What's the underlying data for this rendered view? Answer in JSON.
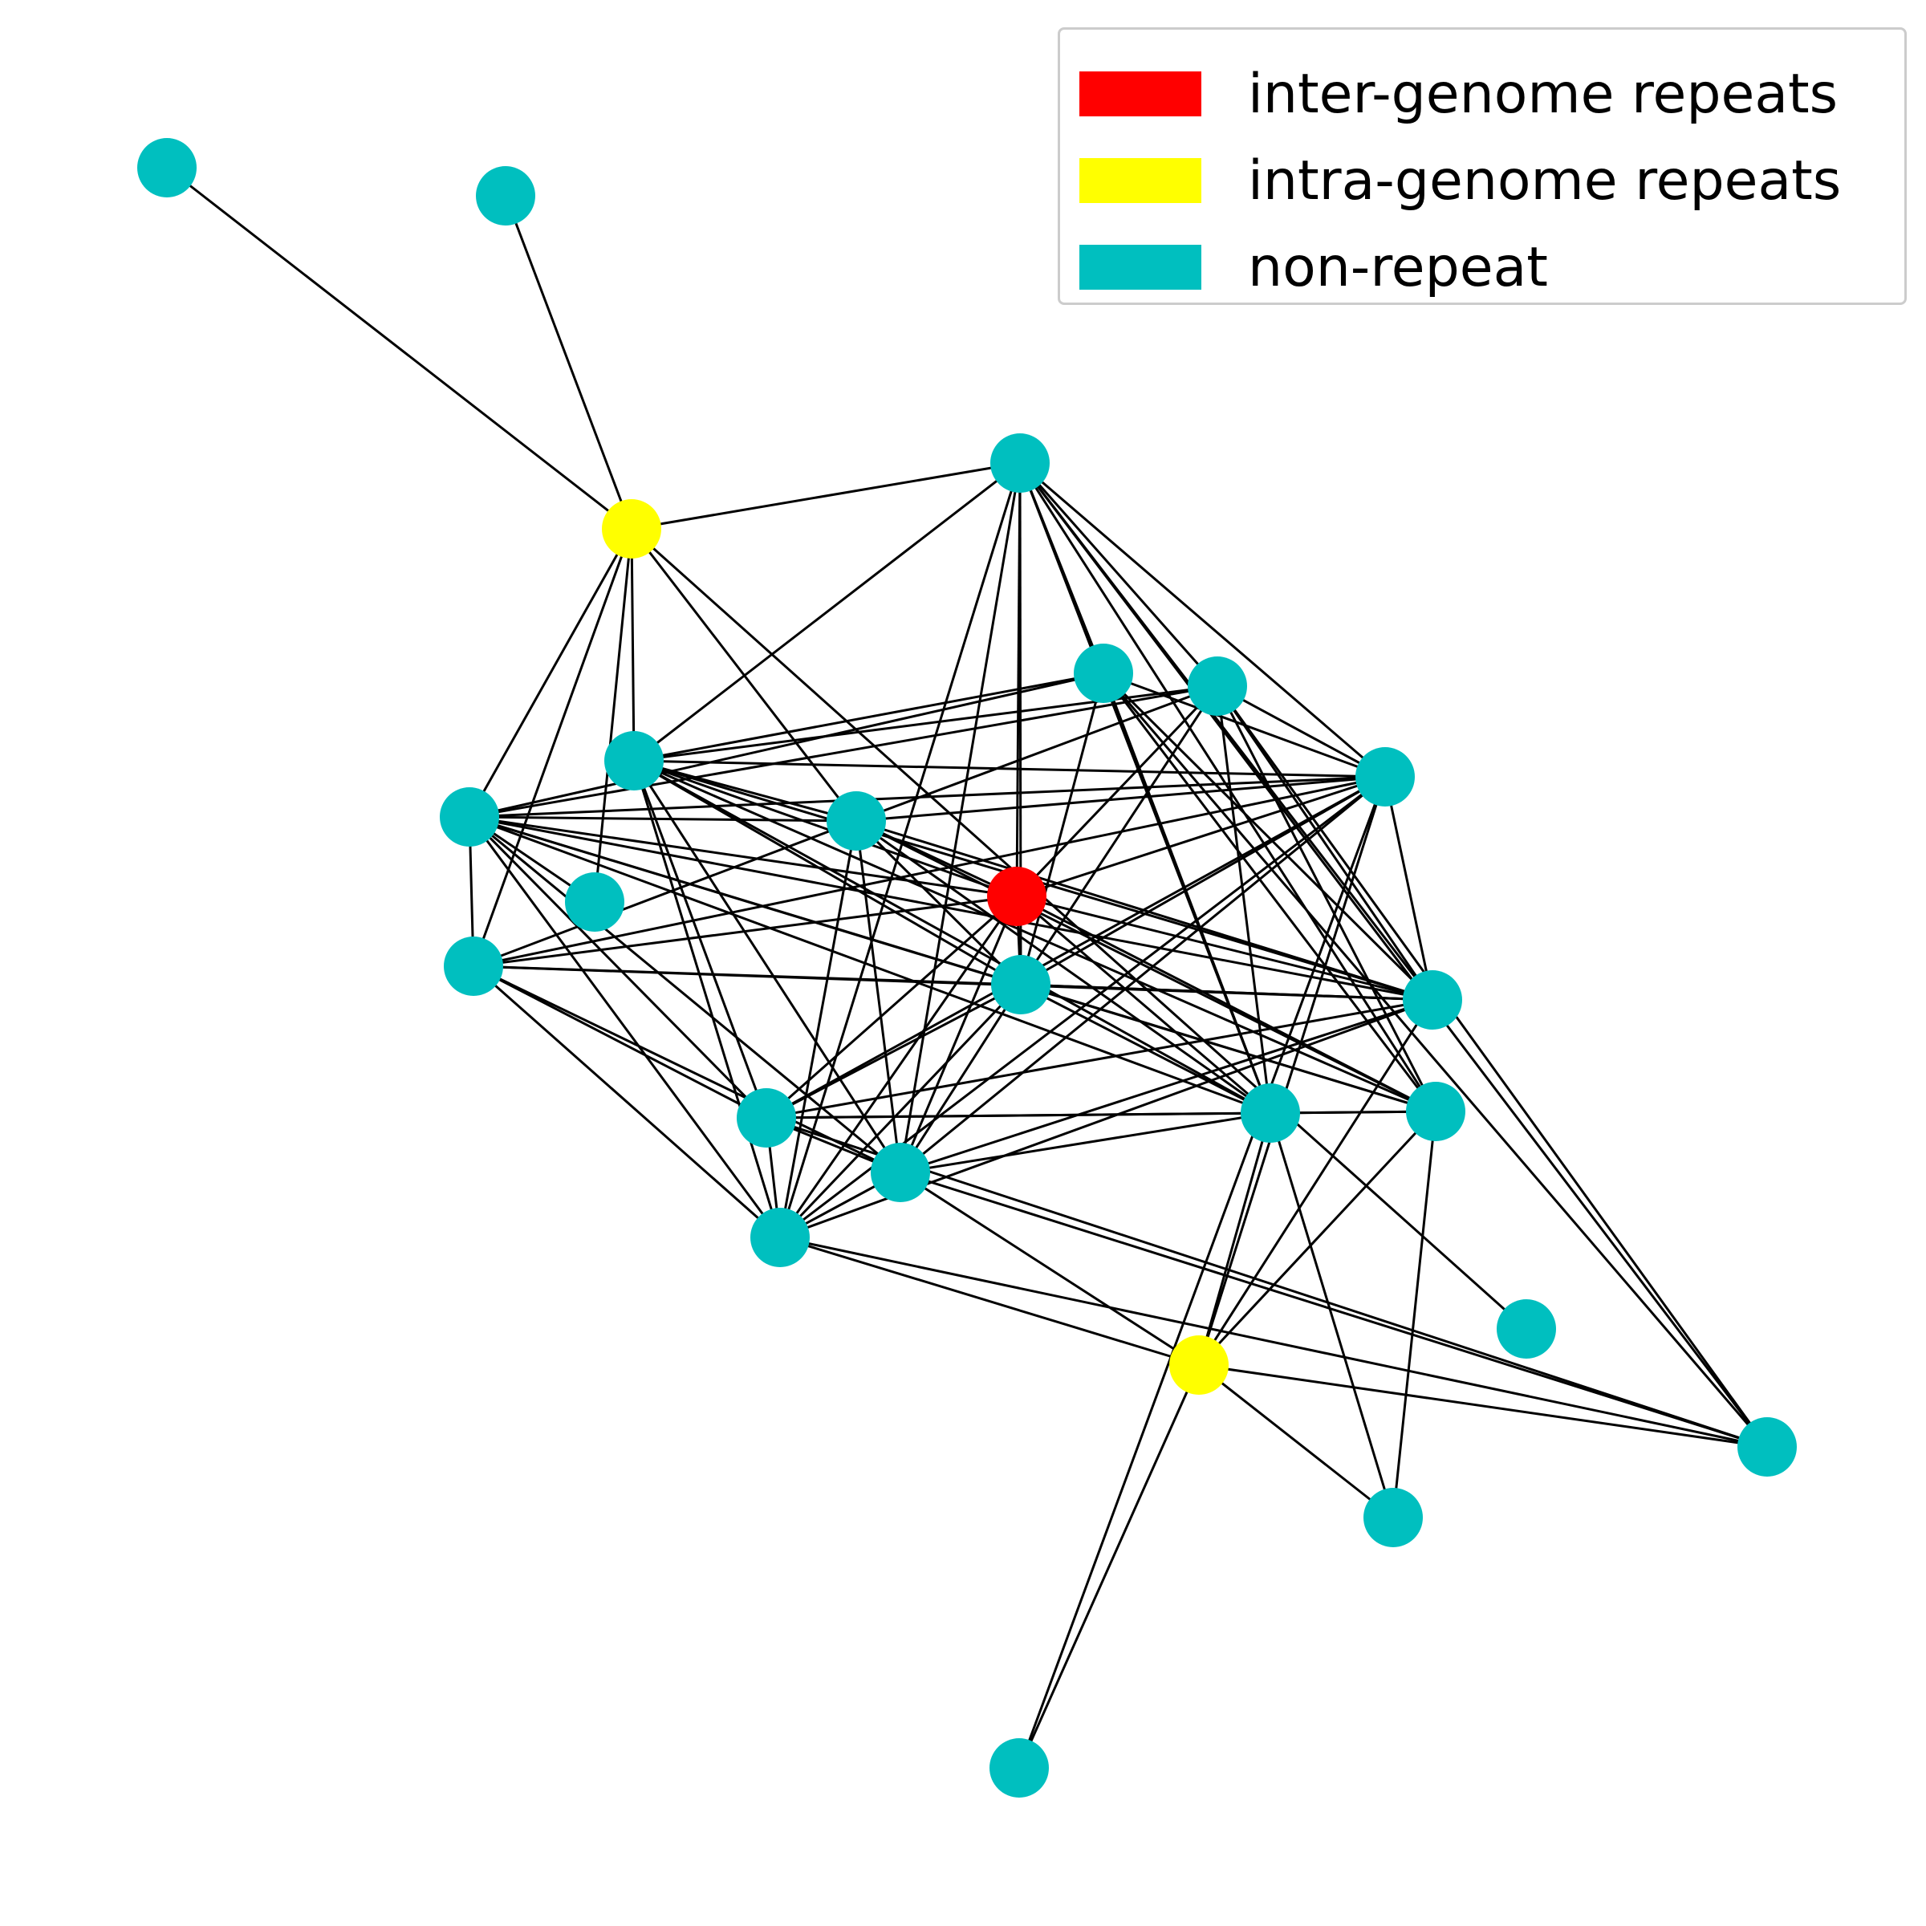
{
  "colors": {
    "inter": "#ff0000",
    "intra": "#ffff00",
    "nonrepeat": "#00bfbf",
    "edge": "#000000"
  },
  "legend": {
    "items": [
      {
        "label": "inter-genome repeats",
        "color": "#ff0000"
      },
      {
        "label": "intra-genome repeats",
        "color": "#ffff00"
      },
      {
        "label": "non-repeat",
        "color": "#00bfbf"
      }
    ]
  },
  "graph": {
    "nodes": [
      {
        "id": 0,
        "category": "intra"
      },
      {
        "id": 1,
        "category": "nonrepeat"
      },
      {
        "id": 2,
        "category": "nonrepeat"
      },
      {
        "id": 3,
        "category": "nonrepeat"
      },
      {
        "id": 4,
        "category": "nonrepeat"
      },
      {
        "id": 5,
        "category": "nonrepeat"
      },
      {
        "id": 6,
        "category": "nonrepeat"
      },
      {
        "id": 7,
        "category": "nonrepeat"
      },
      {
        "id": 8,
        "category": "nonrepeat"
      },
      {
        "id": 9,
        "category": "nonrepeat"
      },
      {
        "id": 10,
        "category": "nonrepeat"
      },
      {
        "id": 11,
        "category": "inter"
      },
      {
        "id": 12,
        "category": "nonrepeat"
      },
      {
        "id": 13,
        "category": "nonrepeat"
      },
      {
        "id": 14,
        "category": "nonrepeat"
      },
      {
        "id": 15,
        "category": "nonrepeat"
      },
      {
        "id": 16,
        "category": "nonrepeat"
      },
      {
        "id": 17,
        "category": "nonrepeat"
      },
      {
        "id": 18,
        "category": "nonrepeat"
      },
      {
        "id": 19,
        "category": "nonrepeat"
      },
      {
        "id": 20,
        "category": "nonrepeat"
      },
      {
        "id": 21,
        "category": "intra"
      },
      {
        "id": 22,
        "category": "nonrepeat"
      },
      {
        "id": 23,
        "category": "nonrepeat"
      },
      {
        "id": 24,
        "category": "nonrepeat"
      }
    ],
    "edges": [
      [
        0,
        1
      ],
      [
        0,
        2
      ],
      [
        0,
        3
      ],
      [
        0,
        4
      ],
      [
        0,
        5
      ],
      [
        0,
        6
      ],
      [
        0,
        7
      ],
      [
        0,
        8
      ],
      [
        0,
        9
      ],
      [
        3,
        4
      ],
      [
        3,
        11
      ],
      [
        3,
        12
      ],
      [
        3,
        10
      ],
      [
        3,
        13
      ],
      [
        3,
        8
      ],
      [
        3,
        9
      ],
      [
        3,
        14
      ],
      [
        3,
        15
      ],
      [
        3,
        16
      ],
      [
        3,
        18
      ],
      [
        3,
        17
      ],
      [
        3,
        19
      ],
      [
        3,
        20
      ],
      [
        4,
        9
      ],
      [
        4,
        14
      ],
      [
        4,
        16
      ],
      [
        4,
        17
      ],
      [
        4,
        12
      ],
      [
        4,
        18
      ],
      [
        4,
        11
      ],
      [
        4,
        15
      ],
      [
        5,
        7
      ],
      [
        5,
        10
      ],
      [
        5,
        11
      ],
      [
        5,
        12
      ],
      [
        5,
        13
      ],
      [
        5,
        15
      ],
      [
        5,
        16
      ],
      [
        5,
        17
      ],
      [
        5,
        18
      ],
      [
        5,
        19
      ],
      [
        5,
        20
      ],
      [
        5,
        22
      ],
      [
        7,
        9
      ],
      [
        7,
        11
      ],
      [
        7,
        12
      ],
      [
        7,
        10
      ],
      [
        7,
        13
      ],
      [
        7,
        18
      ],
      [
        7,
        19
      ],
      [
        7,
        20
      ],
      [
        7,
        16
      ],
      [
        7,
        17
      ],
      [
        7,
        14
      ],
      [
        7,
        15
      ],
      [
        9,
        17
      ],
      [
        9,
        15
      ],
      [
        9,
        16
      ],
      [
        9,
        11
      ],
      [
        9,
        12
      ],
      [
        9,
        13
      ],
      [
        9,
        18
      ],
      [
        9,
        19
      ],
      [
        9,
        20
      ],
      [
        10,
        12
      ],
      [
        10,
        20
      ],
      [
        10,
        19
      ],
      [
        10,
        17
      ],
      [
        10,
        18
      ],
      [
        10,
        22
      ],
      [
        11,
        14
      ],
      [
        11,
        15
      ],
      [
        11,
        16
      ],
      [
        11,
        17
      ],
      [
        11,
        18
      ],
      [
        11,
        12
      ],
      [
        11,
        13
      ],
      [
        11,
        19
      ],
      [
        11,
        20
      ],
      [
        12,
        13
      ],
      [
        12,
        14
      ],
      [
        12,
        15
      ],
      [
        12,
        16
      ],
      [
        12,
        17
      ],
      [
        12,
        18
      ],
      [
        12,
        19
      ],
      [
        12,
        20
      ],
      [
        13,
        19
      ],
      [
        13,
        20
      ],
      [
        13,
        22
      ],
      [
        13,
        18
      ],
      [
        13,
        17
      ],
      [
        14,
        15
      ],
      [
        14,
        16
      ],
      [
        14,
        17
      ],
      [
        14,
        18
      ],
      [
        14,
        19
      ],
      [
        14,
        20
      ],
      [
        14,
        22
      ],
      [
        15,
        16
      ],
      [
        15,
        17
      ],
      [
        15,
        18
      ],
      [
        15,
        19
      ],
      [
        15,
        21
      ],
      [
        15,
        22
      ],
      [
        16,
        17
      ],
      [
        16,
        18
      ],
      [
        16,
        21
      ],
      [
        16,
        22
      ],
      [
        17,
        18
      ],
      [
        17,
        21
      ],
      [
        17,
        23
      ],
      [
        18,
        21
      ],
      [
        18,
        12
      ],
      [
        19,
        20
      ],
      [
        19,
        21
      ],
      [
        19,
        24
      ],
      [
        20,
        21
      ],
      [
        20,
        24
      ],
      [
        21,
        22
      ],
      [
        21,
        23
      ],
      [
        21,
        24
      ]
    ]
  }
}
